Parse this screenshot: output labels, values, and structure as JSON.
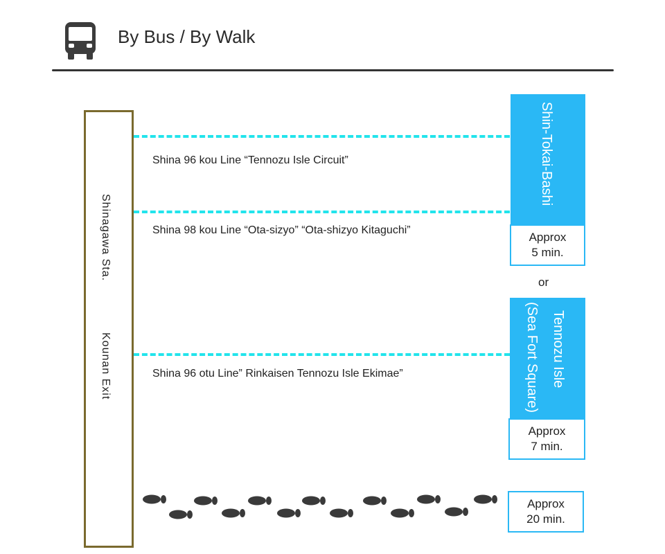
{
  "header": {
    "title": "By Bus / By Walk",
    "icon": "bus-icon"
  },
  "station": {
    "name": "Shinagawa  Sta.",
    "exit": "Kounan Exit"
  },
  "routes": [
    {
      "label": "Shina 96 kou Line “Tennozu Isle Circuit”"
    },
    {
      "label": "Shina 98 kou Line “Ota-sizyo” “Ota-shizyo Kitaguchi”"
    },
    {
      "label": "Shina 96 otu Line”  Rinkaisen Tennozu Isle Ekimae”"
    }
  ],
  "destinations": {
    "shin_tokai_bashi": {
      "name": "Shin-Tokai-Bashi",
      "approx_line1": "Approx",
      "approx_line2": "5 min."
    },
    "separator": "or",
    "tennozu_isle": {
      "name_line1": "Tennozu Isle",
      "name_line2": "(Sea Fort Square)",
      "approx_line1": "Approx",
      "approx_line2": "7 min."
    },
    "walk": {
      "icon": "footprints-icon",
      "approx_line1": "Approx",
      "approx_line2": "20 min."
    }
  },
  "colors": {
    "accent_blue": "#2ab8f5",
    "dash_cyan": "#22e4ec",
    "station_border": "#7a6a2e"
  }
}
